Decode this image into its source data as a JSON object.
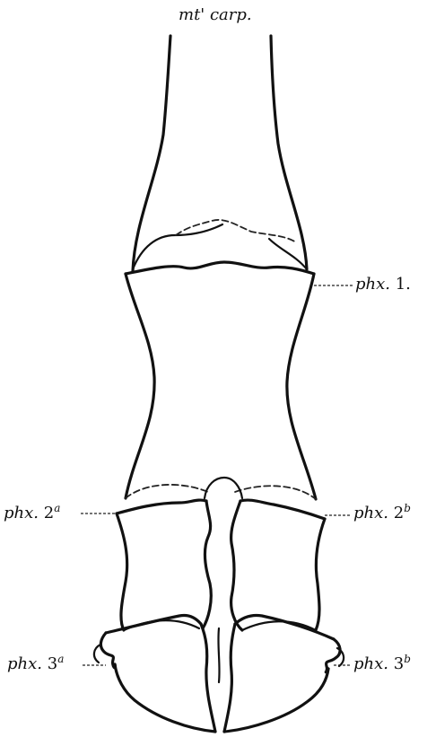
{
  "labels": {
    "top": "mt' carp.",
    "phx1": {
      "text": "phx.",
      "num": "1."
    },
    "phx2a": {
      "text": "phx.",
      "num": "2",
      "sup": "a"
    },
    "phx2b": {
      "text": "phx.",
      "num": "2",
      "sup": "b"
    },
    "phx3a": {
      "text": "phx.",
      "num": "3",
      "sup": "a"
    },
    "phx3b": {
      "text": "phx.",
      "num": "3",
      "sup": "b"
    }
  },
  "colors": {
    "ink": "#111111",
    "paper": "#ffffff"
  }
}
